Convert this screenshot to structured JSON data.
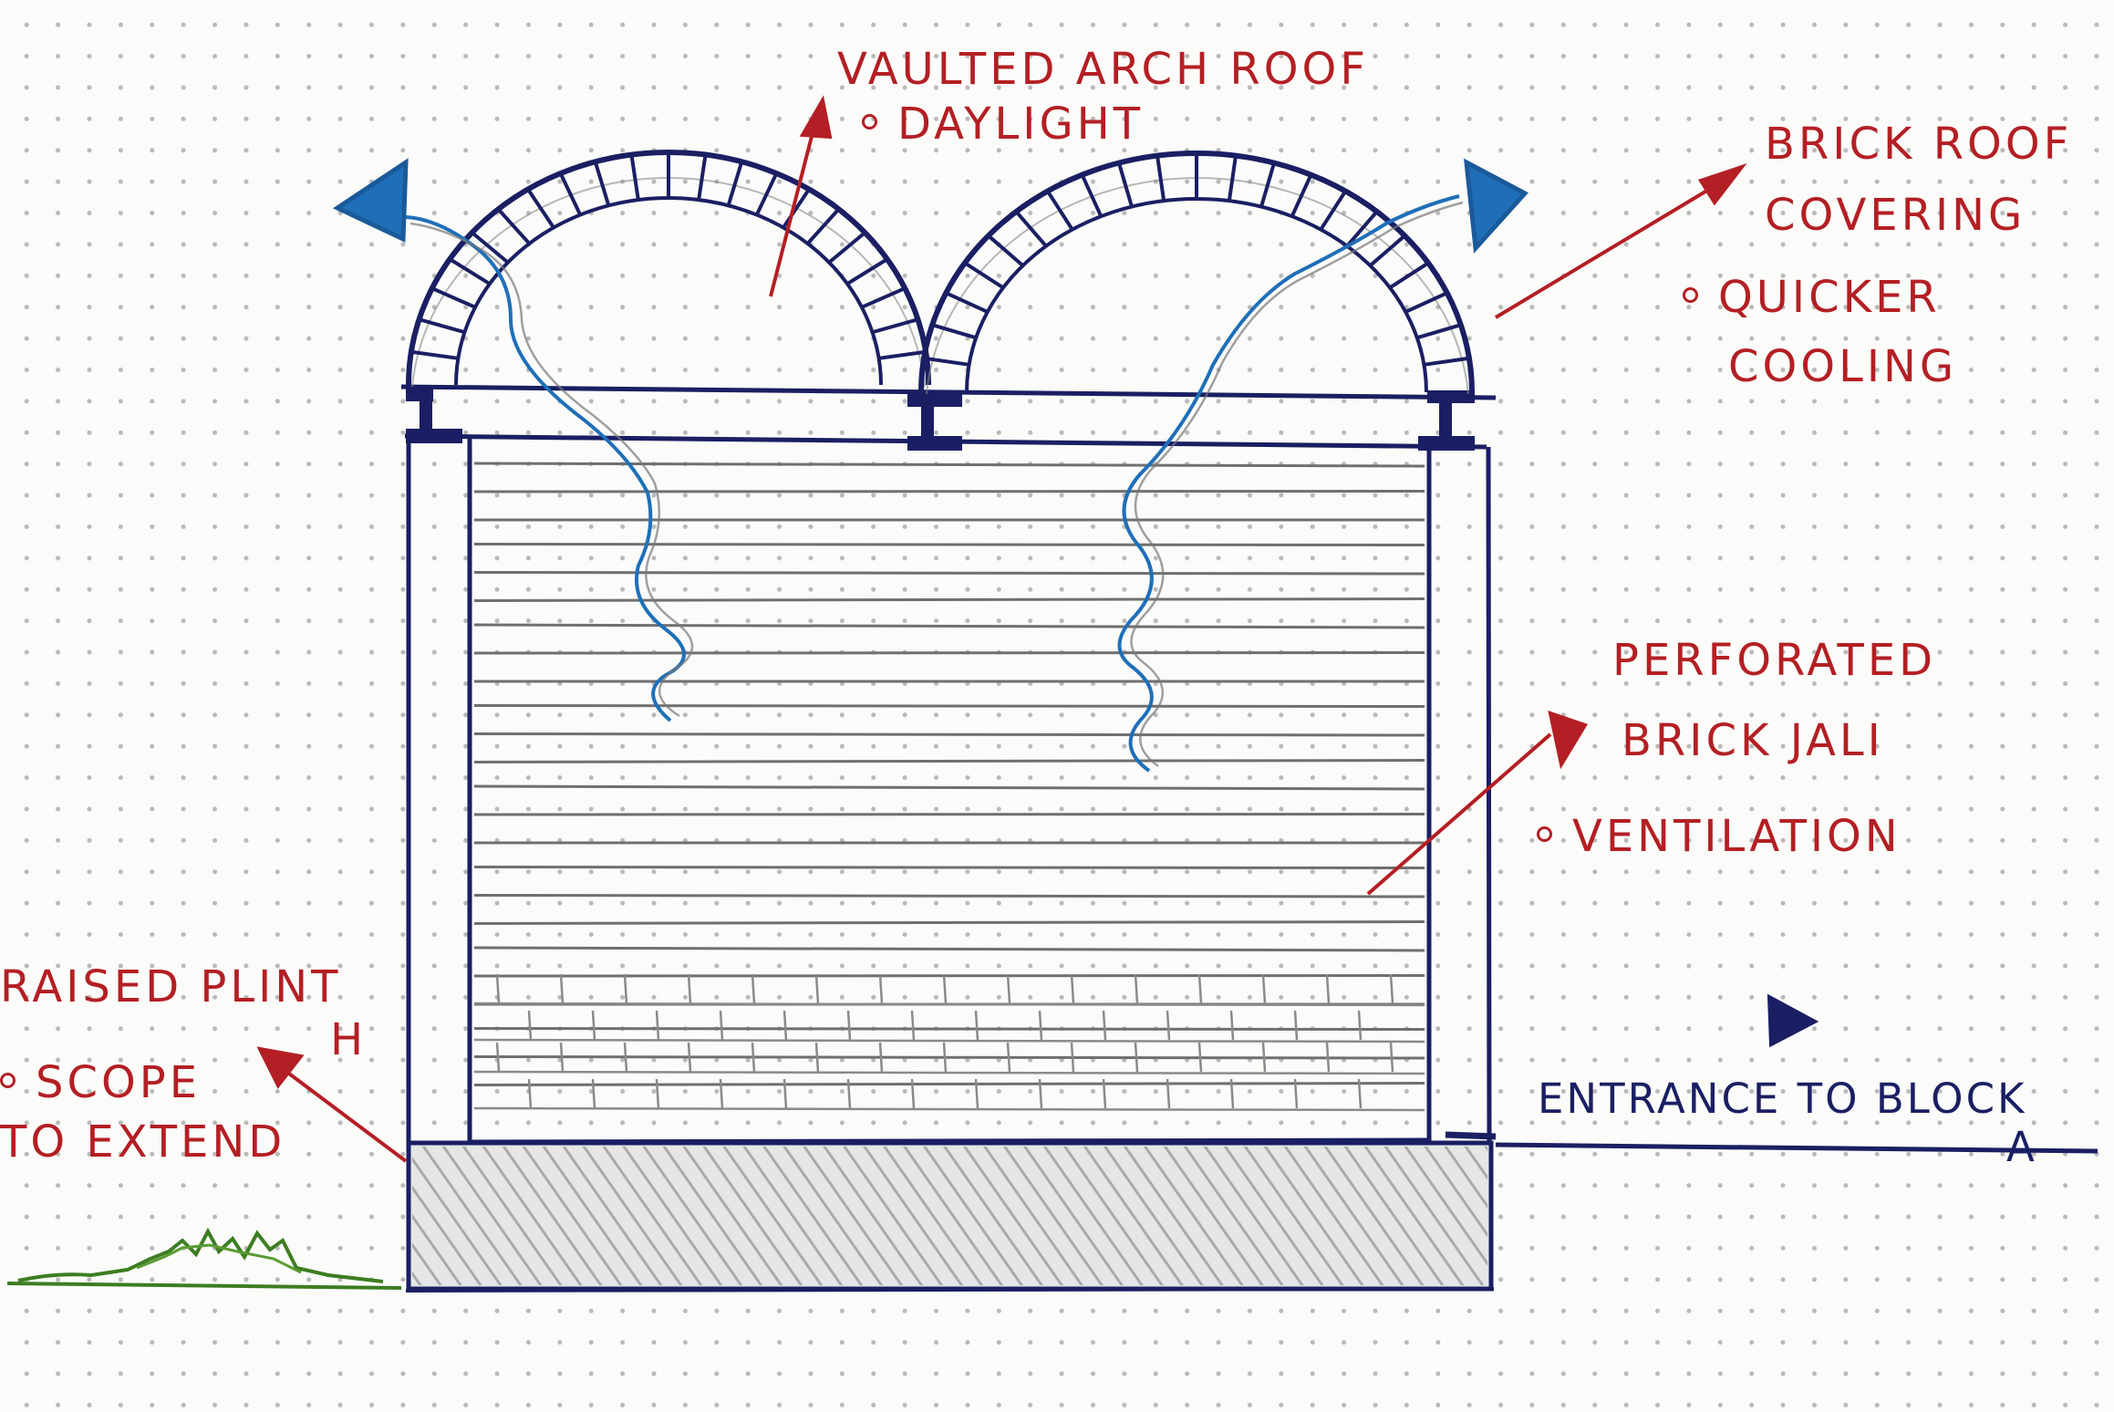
{
  "labels": {
    "vaulted_arch_roof": "VAULTED ARCH ROOF",
    "daylight": "DAYLIGHT",
    "brick_roof_line1": "BRICK ROOF",
    "brick_roof_line2": "COVERING",
    "quicker_line1": "QUICKER",
    "quicker_line2": "COOLING",
    "perforated_line1": "PERFORATED",
    "perforated_line2": "BRICK JALI",
    "ventilation": "VENTILATION",
    "raised_plinth_line1": "RAISED PLINT",
    "raised_plinth_line2": "H",
    "scope_line1": "SCOPE",
    "scope_line2": "TO EXTEND",
    "entrance": "ENTRANCE TO BLOCK",
    "entrance_block_letter": "A"
  },
  "colors": {
    "annotation_red": "#b31f24",
    "structure_navy": "#1a1f63",
    "airflow_blue": "#1f6fb8",
    "pencil_grey": "#8a8a8a",
    "grass_green": "#3c7d22"
  },
  "icons": [
    "red-arrow-icon",
    "blue-airflow-arrow-icon",
    "navy-triangle-marker-icon",
    "bullet-dot-icon"
  ]
}
